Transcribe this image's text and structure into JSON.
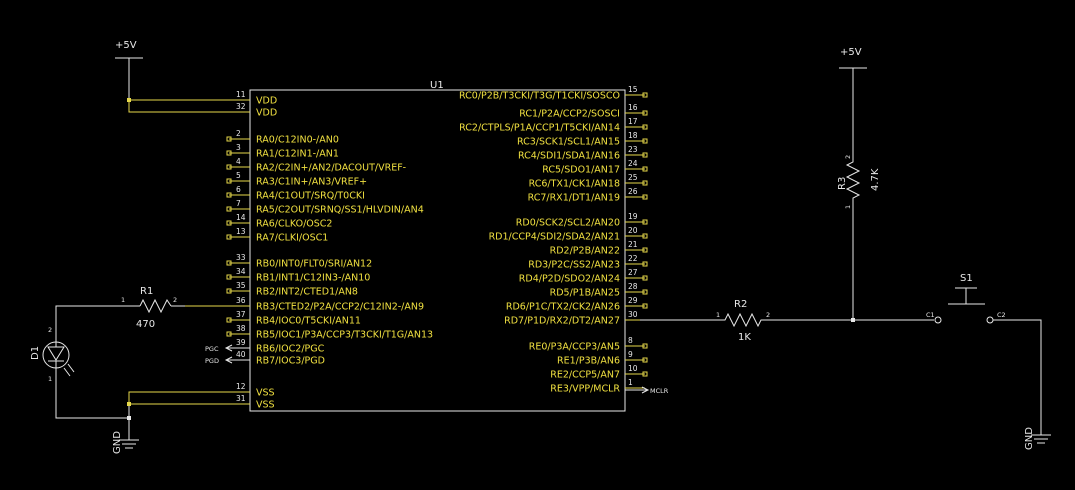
{
  "u1": {
    "ref": "U1",
    "left_pins": [
      {
        "num": "11",
        "label": "VDD"
      },
      {
        "num": "32",
        "label": "VDD"
      },
      {
        "num": "2",
        "label": "RA0/C12IN0-/AN0"
      },
      {
        "num": "3",
        "label": "RA1/C12IN1-/AN1"
      },
      {
        "num": "4",
        "label": "RA2/C2IN+/AN2/DACOUT/VREF-"
      },
      {
        "num": "5",
        "label": "RA3/C1IN+/AN3/VREF+"
      },
      {
        "num": "6",
        "label": "RA4/C1OUT/SRQ/T0CKI"
      },
      {
        "num": "7",
        "label": "RA5/C2OUT/SRNQ/SS1/HLVDIN/AN4"
      },
      {
        "num": "14",
        "label": "RA6/CLKO/OSC2"
      },
      {
        "num": "13",
        "label": "RA7/CLKI/OSC1"
      },
      {
        "num": "33",
        "label": "RB0/INT0/FLT0/SRI/AN12"
      },
      {
        "num": "34",
        "label": "RB1/INT1/C12IN3-/AN10"
      },
      {
        "num": "35",
        "label": "RB2/INT2/CTED1/AN8"
      },
      {
        "num": "36",
        "label": "RB3/CTED2/P2A/CCP2/C12IN2-/AN9"
      },
      {
        "num": "37",
        "label": "RB4/IOC0/T5CKI/AN11"
      },
      {
        "num": "38",
        "label": "RB5/IOC1/P3A/CCP3/T3CKI/T1G/AN13"
      },
      {
        "num": "39",
        "label": "RB6/IOC2/PGC"
      },
      {
        "num": "40",
        "label": "RB7/IOC3/PGD"
      },
      {
        "num": "12",
        "label": "VSS"
      },
      {
        "num": "31",
        "label": "VSS"
      }
    ],
    "right_pins": [
      {
        "num": "15",
        "label": "RC0/P2B/T3CKI/T3G/T1CKI/SOSCO"
      },
      {
        "num": "16",
        "label": "RC1/P2A/CCP2/SOSCI"
      },
      {
        "num": "17",
        "label": "RC2/CTPLS/P1A/CCP1/T5CKI/AN14"
      },
      {
        "num": "18",
        "label": "RC3/SCK1/SCL1/AN15"
      },
      {
        "num": "23",
        "label": "RC4/SDI1/SDA1/AN16"
      },
      {
        "num": "24",
        "label": "RC5/SDO1/AN17"
      },
      {
        "num": "25",
        "label": "RC6/TX1/CK1/AN18"
      },
      {
        "num": "26",
        "label": "RC7/RX1/DT1/AN19"
      },
      {
        "num": "19",
        "label": "RD0/SCK2/SCL2/AN20"
      },
      {
        "num": "20",
        "label": "RD1/CCP4/SDI2/SDA2/AN21"
      },
      {
        "num": "21",
        "label": "RD2/P2B/AN22"
      },
      {
        "num": "22",
        "label": "RD3/P2C/SS2/AN23"
      },
      {
        "num": "27",
        "label": "RD4/P2D/SDO2/AN24"
      },
      {
        "num": "28",
        "label": "RD5/P1B/AN25"
      },
      {
        "num": "29",
        "label": "RD6/P1C/TX2/CK2/AN26"
      },
      {
        "num": "30",
        "label": "RD7/P1D/RX2/DT2/AN27"
      },
      {
        "num": "8",
        "label": "RE0/P3A/CCP3/AN5"
      },
      {
        "num": "9",
        "label": "RE1/P3B/AN6"
      },
      {
        "num": "10",
        "label": "RE2/CCP5/AN7"
      },
      {
        "num": "1",
        "label": "RE3/VPP/MCLR"
      }
    ]
  },
  "power": {
    "left": "+5V",
    "right": "+5V"
  },
  "ground": {
    "left": "GND",
    "right": "GND"
  },
  "r1": {
    "ref": "R1",
    "value": "470",
    "pin1": "1",
    "pin2": "2"
  },
  "r2": {
    "ref": "R2",
    "value": "1K",
    "pin1": "1",
    "pin2": "2"
  },
  "r3": {
    "ref": "R3",
    "value": "4.7K",
    "pin1": "1",
    "pin2": "2"
  },
  "d1": {
    "ref": "D1",
    "pin1": "1",
    "pin2": "2"
  },
  "s1": {
    "ref": "S1",
    "c1": "C1",
    "c2": "C2"
  },
  "ports": {
    "pgc": "PGC",
    "pgd": "PGD",
    "mclr": "MCLR"
  },
  "colors": {
    "component": "#e8e8e8",
    "symbol_text": "#f0e040",
    "background": "#000000"
  }
}
